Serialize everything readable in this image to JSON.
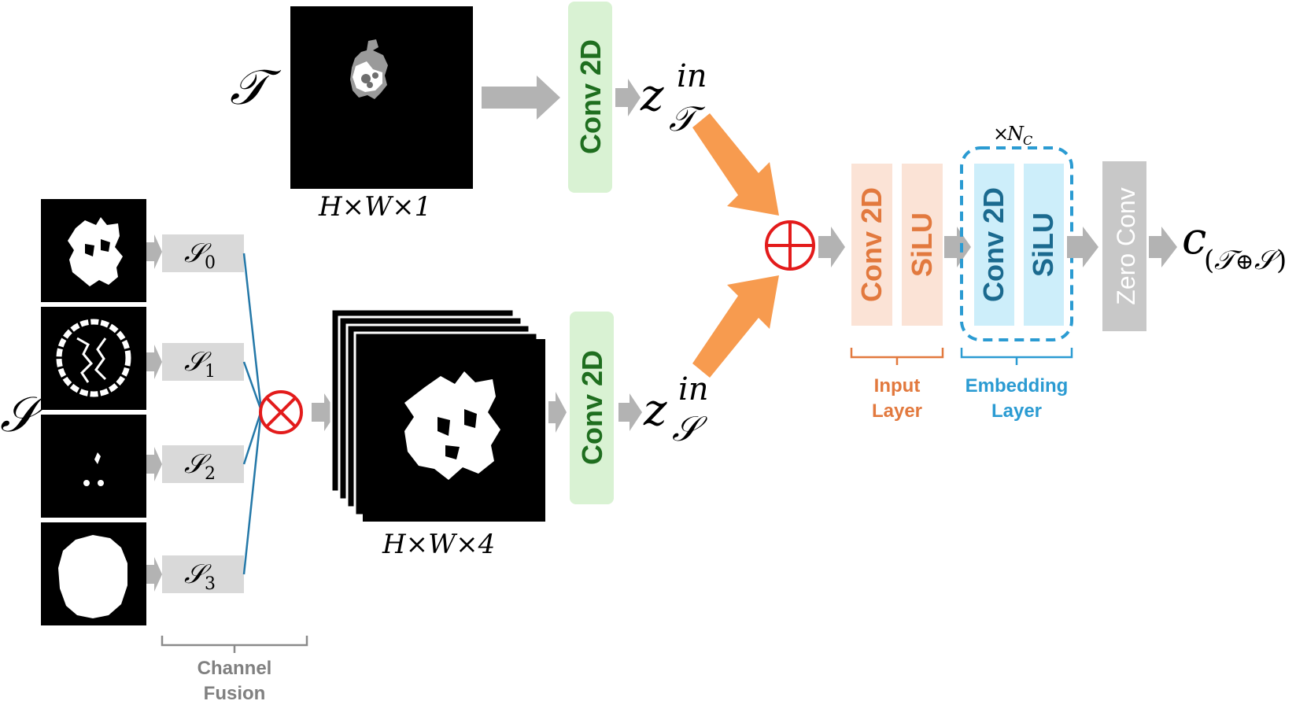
{
  "top_branch": {
    "input_symbol": "𝒯",
    "image_dims": "H×W×1",
    "conv_label": "Conv 2D",
    "latent": {
      "base": "z",
      "sup": "in",
      "sub": "𝒯"
    }
  },
  "bottom_branch": {
    "input_symbol": "𝒮",
    "channels": [
      {
        "label": "𝒮",
        "index": "0"
      },
      {
        "label": "𝒮",
        "index": "1"
      },
      {
        "label": "𝒮",
        "index": "2"
      },
      {
        "label": "𝒮",
        "index": "3"
      }
    ],
    "fusion_caption_line1": "Channel",
    "fusion_caption_line2": "Fusion",
    "stack_dims": "H×W×4",
    "conv_label": "Conv 2D",
    "latent": {
      "base": "z",
      "sup": "in",
      "sub": "𝒮"
    }
  },
  "operators": {
    "multiply_symbol": "circle-times-icon",
    "add_symbol": "circle-plus-icon"
  },
  "input_layer": {
    "conv_label": "Conv 2D",
    "act_label": "SiLU",
    "caption_line1": "Input",
    "caption_line2": "Layer"
  },
  "embedding_layer": {
    "repeat": {
      "prefix": "×",
      "base": "N",
      "sub": "C"
    },
    "conv_label": "Conv 2D",
    "act_label": "SiLU",
    "caption_line1": "Embedding",
    "caption_line2": "Layer"
  },
  "zero_conv_label": "Zero Conv",
  "output": {
    "base": "c",
    "sub_open": "(",
    "sub_t": "𝒯",
    "sub_op": "⊕",
    "sub_s": "𝒮",
    "sub_close": ")"
  },
  "colors": {
    "green_block": "#d9f2d3",
    "green_text": "#1f6e1f",
    "orange_block": "#fbe3d6",
    "orange_text": "#e2793e",
    "blue_block": "#cdeefa",
    "blue_text": "#1b6a8f",
    "blue_dash": "#2b9bd2",
    "grey_block": "#c8c8c8",
    "grey_arrow": "#b3b3b3",
    "orange_arrow": "#f79b4f",
    "red_operator": "#e31b1b",
    "fusion_line": "#2478a8"
  }
}
